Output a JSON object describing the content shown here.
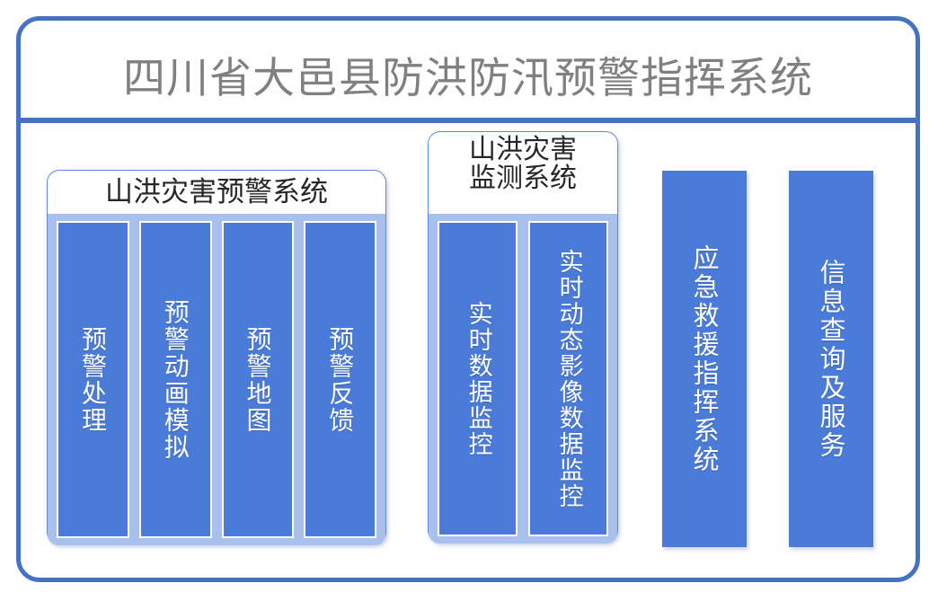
{
  "header": {
    "title": "四川省大邑县防洪防汛预警指挥系统"
  },
  "colors": {
    "frame_border": "#4472C4",
    "panel_border": "#5B8BD5",
    "panel_body": "#A8C0EC",
    "bar_fill": "#4A7BD8",
    "title_text": "#808080",
    "bar_text": "#FFFFFF",
    "panel_title_text": "#262626"
  },
  "panels": [
    {
      "id": "warning-system",
      "title": "山洪灾害预警系统",
      "items": [
        {
          "label": "预警处理"
        },
        {
          "label": "预警动画模拟"
        },
        {
          "label": "预警地图"
        },
        {
          "label": "预警反馈"
        }
      ]
    },
    {
      "id": "monitor-system",
      "title": "山洪灾害监测系统",
      "items": [
        {
          "label": "实时数据监控"
        },
        {
          "label": "实时动态影像数据监控"
        }
      ]
    }
  ],
  "columns": [
    {
      "id": "emergency-rescue",
      "label": "应急救援指挥系统"
    },
    {
      "id": "info-service",
      "label": "信息查询及服务"
    }
  ]
}
